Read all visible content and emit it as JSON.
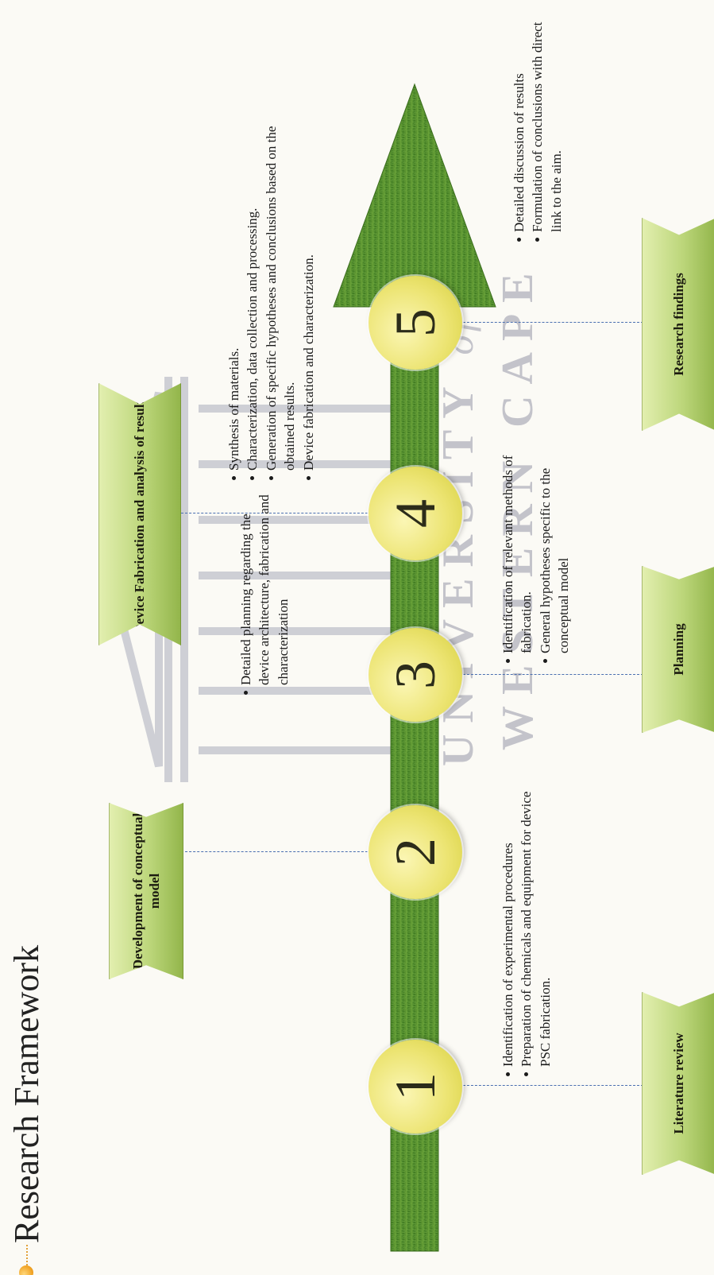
{
  "title": "Research Framework",
  "watermark": {
    "line1": "UNIVERSITY",
    "line1_suffix": "of the",
    "line2": "WESTERN CAPE"
  },
  "steps": [
    {
      "number": "1",
      "label": "Literature review",
      "bullets": [
        "Identification of experimental procedures",
        "Preparation of chemicals and equipment for device PSC fabrication."
      ]
    },
    {
      "number": "2",
      "label": "Development of conceptual model",
      "bullets": [
        "Detailed planning regarding the device architecture, fabrication and characterization"
      ]
    },
    {
      "number": "3",
      "label": "Planning",
      "bullets": [
        "Identification of relevant methods of fabrication.",
        "General hypotheses specific to the conceptual model"
      ]
    },
    {
      "number": "4",
      "label": "Device Fabrication and analysis of results",
      "bullets": [
        "Synthesis of materials.",
        "Characterization, data collection and processing.",
        "Generation of specific hypotheses and conclusions based on the obtained results.",
        "Device fabrication and characterization."
      ]
    },
    {
      "number": "5",
      "label": "Research findings",
      "bullets": [
        "Detailed discussion of results",
        "Formulation of conclusions with direct link to the aim."
      ]
    }
  ],
  "colors": {
    "arrow": "#4f8a2c",
    "circle": "#ece472",
    "label_box": "#bcd67a",
    "connector": "#4a6fb0"
  }
}
